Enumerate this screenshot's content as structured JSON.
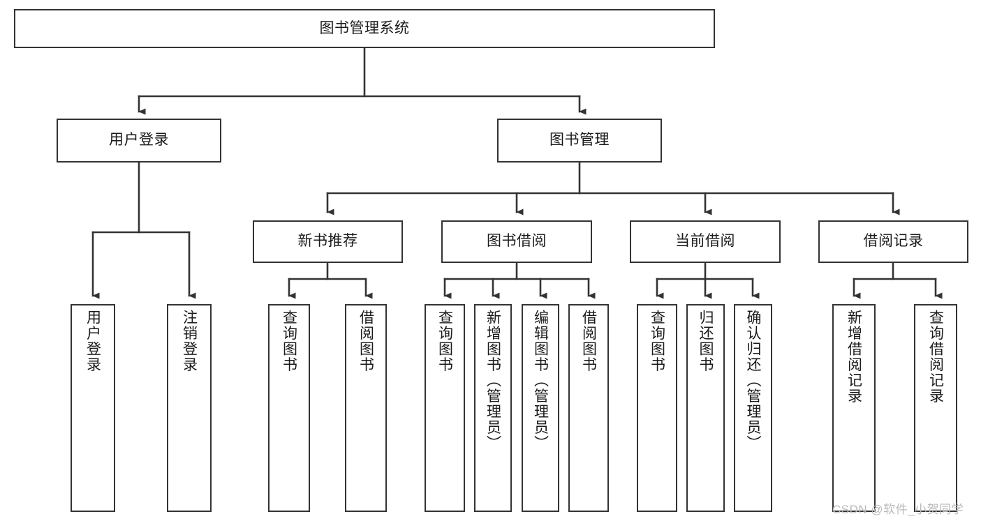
{
  "diagram": {
    "title": "图书管理系统",
    "type": "tree-hierarchy-diagram",
    "colors": {
      "node_border": "#333333",
      "node_fill": "#ffffff",
      "edge": "#333333",
      "text": "#1a1a1a",
      "watermark": "#b9b9b9",
      "background": "#ffffff"
    }
  },
  "nodes": {
    "root": {
      "label": "图书管理系统"
    },
    "level2": [
      {
        "label": "用户登录"
      },
      {
        "label": "图书管理"
      }
    ],
    "level3": [
      {
        "label": "新书推荐"
      },
      {
        "label": "图书借阅"
      },
      {
        "label": "当前借阅"
      },
      {
        "label": "借阅记录"
      }
    ],
    "leaves": {
      "user_login": [
        {
          "label": "用户登录"
        },
        {
          "label": "注销登录"
        }
      ],
      "new_book_recommend": [
        {
          "label": "查询图书"
        },
        {
          "label": "借阅图书"
        }
      ],
      "book_borrow": [
        {
          "label": "查询图书"
        },
        {
          "label": "新增图书（管理员）"
        },
        {
          "label": "编辑图书（管理员）"
        },
        {
          "label": "借阅图书"
        }
      ],
      "current_borrow": [
        {
          "label": "查询图书"
        },
        {
          "label": "归还图书"
        },
        {
          "label": "确认归还（管理员）"
        }
      ],
      "borrow_record": [
        {
          "label": "新增借阅记录"
        },
        {
          "label": "查询借阅记录"
        }
      ]
    }
  },
  "watermark": {
    "text": "CSDN @软件_小贺同学"
  }
}
